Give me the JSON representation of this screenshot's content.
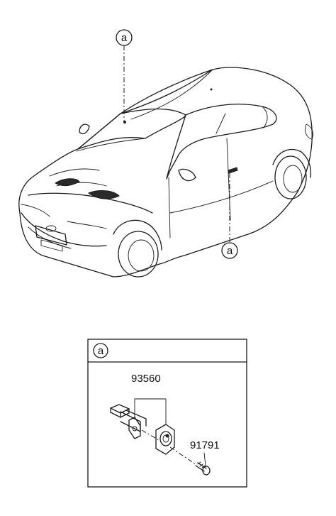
{
  "callouts": {
    "roof_marker": "a",
    "door_marker": "a",
    "detail_marker": "a"
  },
  "parts": {
    "switch_part_number": "93560",
    "screw_part_number": "91791"
  }
}
